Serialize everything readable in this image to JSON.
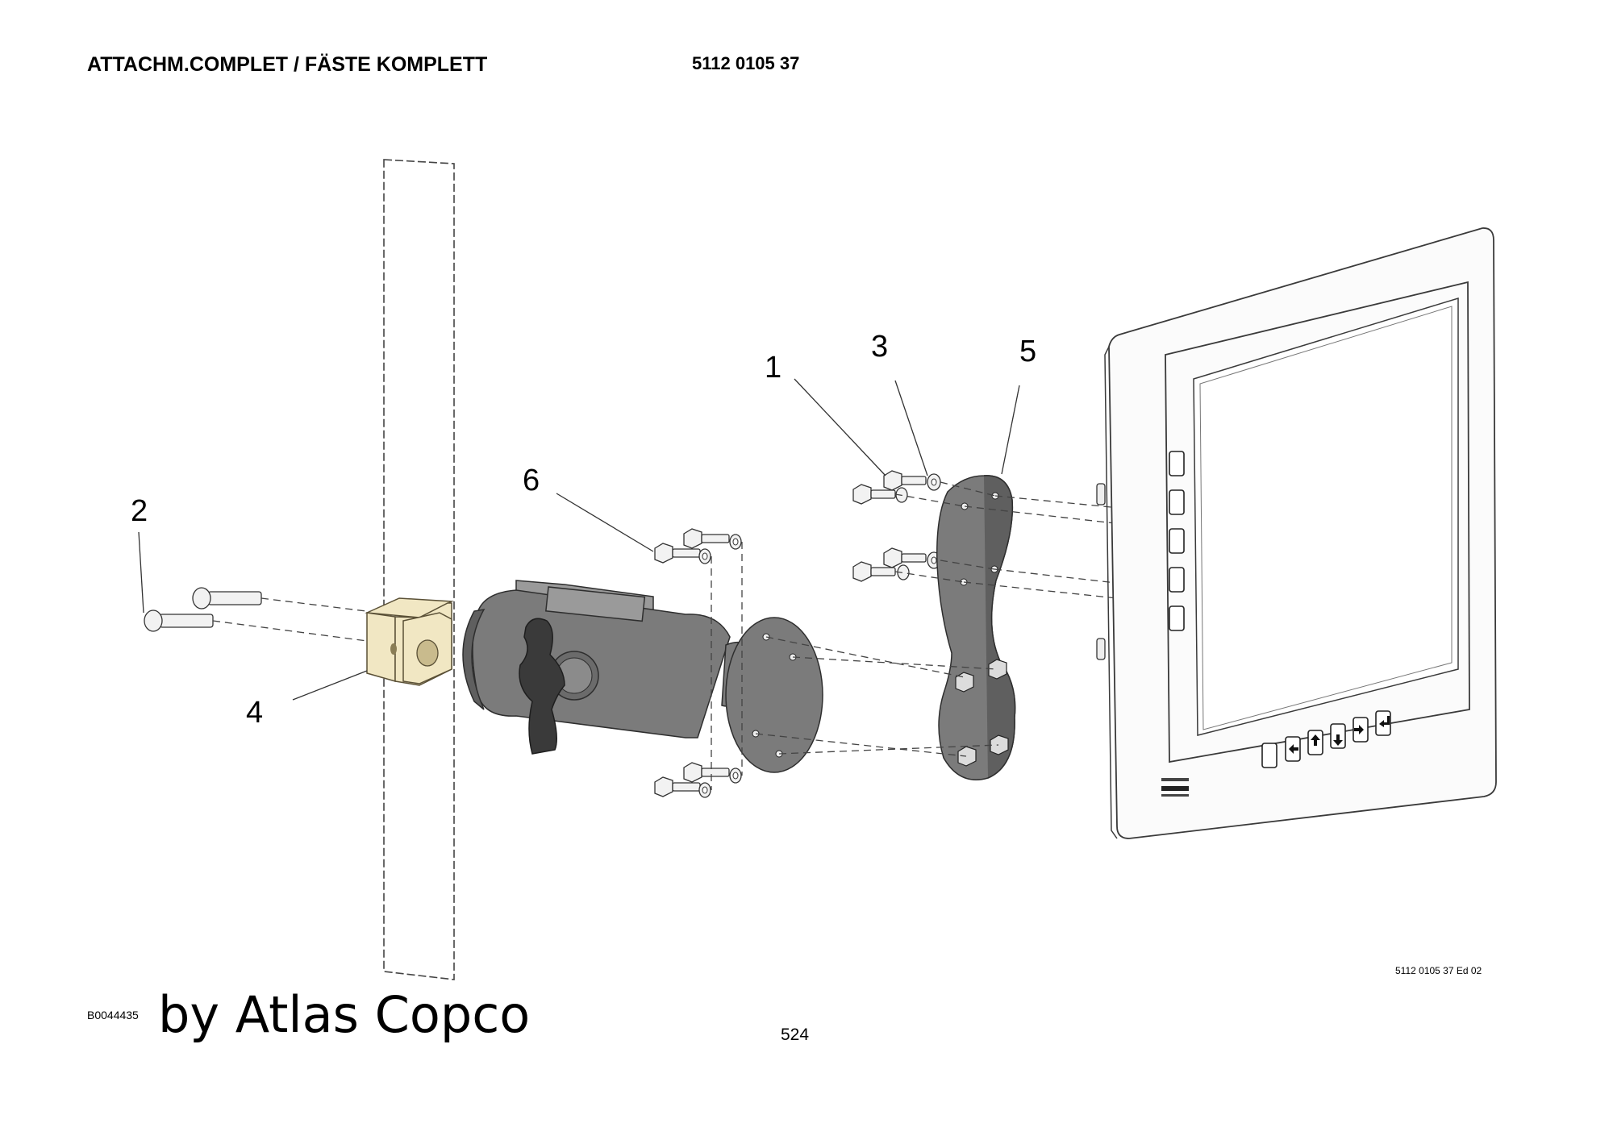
{
  "header": {
    "title": "ATTACHM.COMPLET / FÄSTE KOMPLETT",
    "part_number": "5112 0105 37"
  },
  "diagram": {
    "callouts": [
      {
        "id": "1",
        "label": "1"
      },
      {
        "id": "2",
        "label": "2"
      },
      {
        "id": "3",
        "label": "3"
      },
      {
        "id": "4",
        "label": "4"
      },
      {
        "id": "5",
        "label": "5"
      },
      {
        "id": "6",
        "label": "6"
      }
    ],
    "colors": {
      "clamp_block": "#f1e7c3",
      "parts": "#7b7b7b",
      "background": "#ffffff"
    }
  },
  "footer": {
    "edition": "5112 0105 37 Ed 02",
    "drawing_id": "B0044435",
    "watermark": "by Atlas Copco",
    "page": "524"
  }
}
